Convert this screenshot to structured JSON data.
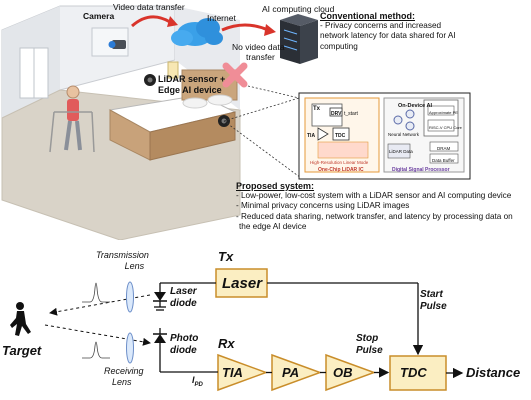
{
  "top": {
    "camera_label": "Camera",
    "video_transfer_label": "Video data transfer",
    "internet_label": "Internet",
    "ai_cloud_label": "AI computing cloud",
    "no_video_label_1": "No video data",
    "no_video_label_2": "transfer",
    "lidar_label_1": "LiDAR sensor +",
    "lidar_label_2": "Edge AI device",
    "conventional": {
      "title": "Conventional method:",
      "lines": [
        "- Privacy concerns and increased",
        "network latency for data shared for AI",
        "computing"
      ]
    },
    "proposed": {
      "title": "Proposed system:",
      "lines": [
        "- Low-power, low-cost system with a LiDAR sensor and AI computing device",
        "- Minimal privacy concerns using LiDAR images",
        "- Reduced data sharing, network transfer, and latency by processing data on",
        "the edge AI device"
      ]
    },
    "chip": {
      "tx": "Tx",
      "drv": "DRV",
      "ttx": "t_start",
      "tdc": "TDC",
      "tia": "TIA",
      "hr_label": "High-Resolution Linear Mode",
      "onchip_label": "One-Chip LiDAR IC",
      "on_device_ai": "On-Device AI",
      "neural_network": "Neural Network",
      "approx_pe": "Approximate PE",
      "risc_v": "RISC-V CPU Core",
      "lidar_data": "LiDAR Data",
      "dram": "DRAM",
      "data_buffer": "Data Buffer",
      "dsp_label": "Digital Signal Processor"
    }
  },
  "bottom": {
    "tx_label": "Tx",
    "rx_label": "Rx",
    "laser": "Laser",
    "laser_diode_1": "Laser",
    "laser_diode_2": "diode",
    "photo_diode_1": "Photo",
    "photo_diode_2": "diode",
    "transmission_lens_1": "Transmission",
    "transmission_lens_2": "Lens",
    "receiving_lens_1": "Receiving",
    "receiving_lens_2": "Lens",
    "target": "Target",
    "start_pulse_1": "Start",
    "start_pulse_2": "Pulse",
    "stop_pulse_1": "Stop",
    "stop_pulse_2": "Pulse",
    "ipd_main": "I",
    "ipd_sub": "PD",
    "tia": "TIA",
    "pa": "PA",
    "ob": "OB",
    "tdc": "TDC",
    "distance": "Distance"
  },
  "colors": {
    "block_fill": "#fbeec2",
    "block_stroke": "#c98d2a",
    "conventional_red": "#c0392b",
    "cloud_blue": "#3aa0e8",
    "chip_border": "#e59a3a"
  }
}
